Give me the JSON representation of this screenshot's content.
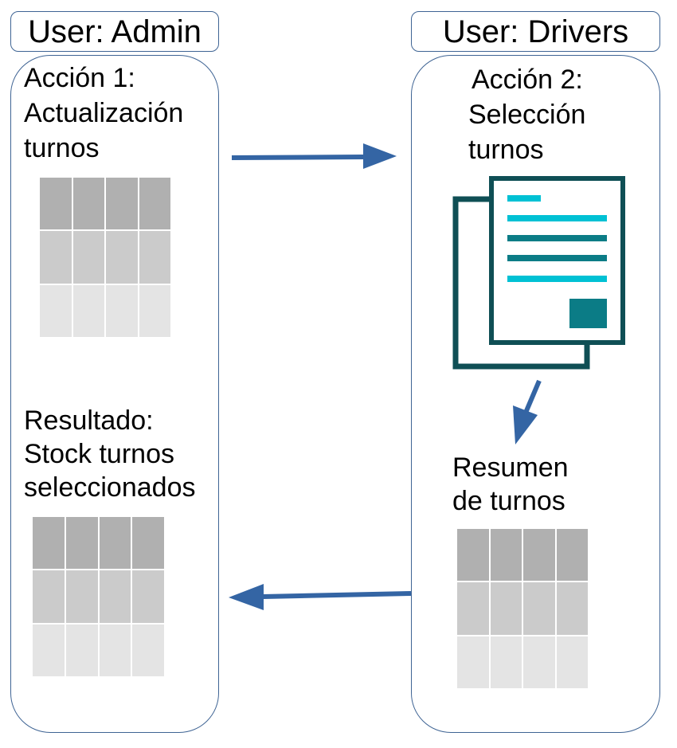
{
  "lanes": {
    "admin": {
      "title": "User: Admin",
      "action": {
        "lines": [
          "Acción 1:",
          "Actualización",
          "turnos"
        ]
      },
      "result": {
        "lines": [
          "Resultado:",
          "Stock turnos",
          "seleccionados"
        ]
      }
    },
    "drivers": {
      "title": "User: Drivers",
      "action": {
        "lines": [
          "Acción 2:",
          "Selección",
          "turnos"
        ]
      },
      "summary": {
        "lines": [
          "Resumen",
          "de turnos"
        ]
      }
    }
  },
  "icons": {
    "document": "document-icon",
    "table": "table-icon",
    "arrow": "arrow-icon"
  },
  "colors": {
    "lane_border": "#3f6494",
    "arrow": "#3465a4",
    "doc_dark": "#0f4f55",
    "doc_teal": "#0b7c86",
    "doc_cyan": "#00c1d4",
    "table_dark": "#b0b0b0",
    "table_mid": "#cbcbcb",
    "table_light": "#e4e4e4"
  }
}
